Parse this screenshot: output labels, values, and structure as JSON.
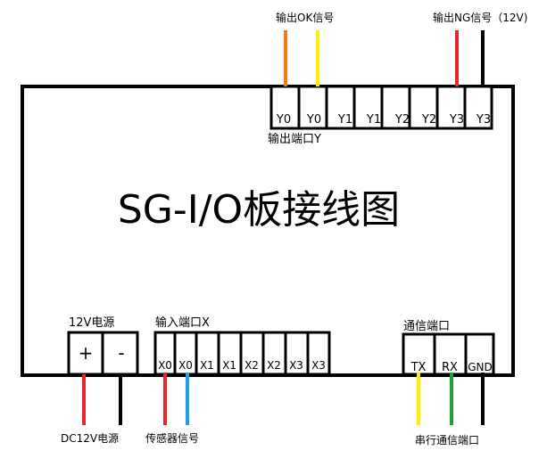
{
  "title": "SG-I/O板接线图",
  "top_connector": {
    "label": "输出端口Y",
    "pins": [
      "Y0",
      "Y0",
      "Y1",
      "Y1",
      "Y2",
      "Y2",
      "Y3",
      "Y3"
    ]
  },
  "power_connector": {
    "label": "12V电源",
    "pins": [
      "+",
      "-"
    ],
    "wire_label": "DC12V电源"
  },
  "input_connector": {
    "label": "输入端口X",
    "pins": [
      "X0",
      "X0",
      "X1",
      "X1",
      "X2",
      "X2",
      "X3",
      "X3"
    ],
    "wire_label": "传感器信号"
  },
  "comm_connector": {
    "label": "通信端口",
    "pins": [
      "TX",
      "RX",
      "GND"
    ],
    "wire_label": "串行通信端口"
  },
  "top_wire_labels": {
    "ok": "输出OK信号",
    "ng": "输出NG信号（12V)"
  },
  "colors": {
    "orange": "#ef7d1a",
    "yellow": "#ffee00",
    "red": "#e8262b",
    "black": "#000000",
    "blue": "#1ea0e6",
    "green": "#1ea03c"
  }
}
